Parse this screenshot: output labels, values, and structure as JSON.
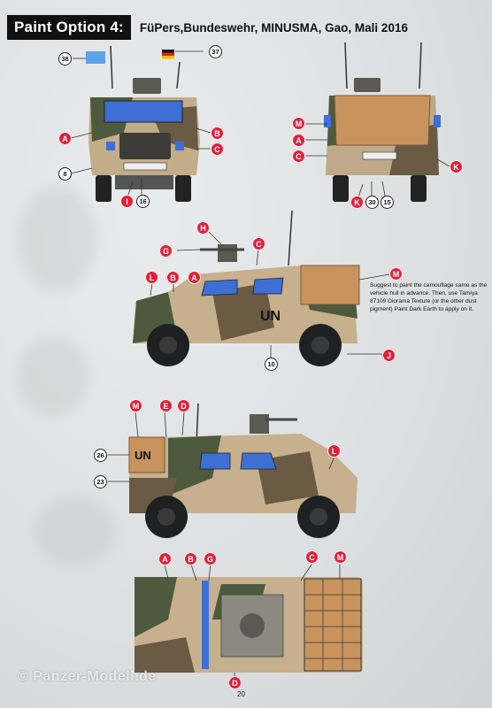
{
  "header": {
    "badge": "Paint Option 4:",
    "title": "FüPers,Bundeswehr, MINUSMA, Gao, Mali 2016"
  },
  "callouts_front": [
    "38",
    "37",
    "A",
    "B",
    "C",
    "8",
    "I",
    "16"
  ],
  "callouts_rear": [
    "M",
    "A",
    "C",
    "K",
    "K",
    "30",
    "15"
  ],
  "callouts_side1": [
    "H",
    "G",
    "C",
    "L",
    "B",
    "A",
    "M",
    "10",
    "J"
  ],
  "callouts_side2": [
    "M",
    "E",
    "D",
    "26",
    "23",
    "L"
  ],
  "callouts_top": [
    "A",
    "B",
    "G",
    "C",
    "M",
    "D"
  ],
  "vehicle_marking": "UN",
  "note": "Suggest to paint the camouflage same as the vehicle hull in advance. Then, use Tamiya 87109 Diorama Texture (or the other dust pigment) Paint Dark Earth to apply on it.",
  "page_number": "20",
  "watermark": "© Panzer-Modell.de",
  "colors": {
    "callout_red": "#e0203a",
    "camo_tan": "#c9b28c",
    "camo_brown": "#6b5a44",
    "camo_green": "#4f5a3e",
    "cover_tan": "#c9935e",
    "glass_blue": "#3d6fd6"
  }
}
